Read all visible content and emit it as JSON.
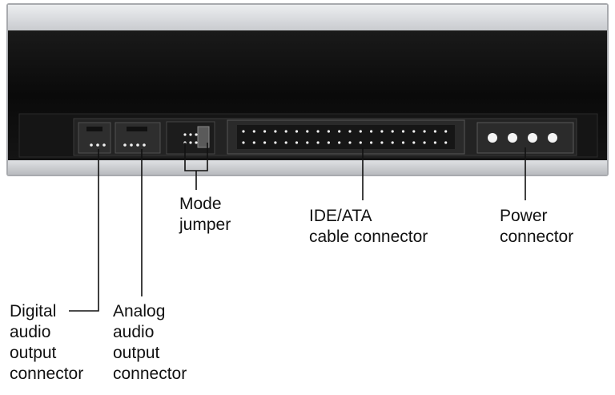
{
  "labels": {
    "mode_jumper": [
      "Mode",
      "jumper"
    ],
    "ide_ata": [
      "IDE/ATA",
      "cable connector"
    ],
    "power": [
      "Power",
      "connector"
    ],
    "digital_audio": [
      "Digital",
      "audio",
      "output",
      "connector"
    ],
    "analog_audio": [
      "Analog",
      "audio",
      "output",
      "connector"
    ]
  },
  "colors": {
    "bezel": "#d8d9dc",
    "bezel_edge": "#a8aaae",
    "panel": "#0b0b0b",
    "connector_block": "#262626",
    "pin": "#f2f2f2",
    "line": "#111111",
    "text": "#111111"
  }
}
